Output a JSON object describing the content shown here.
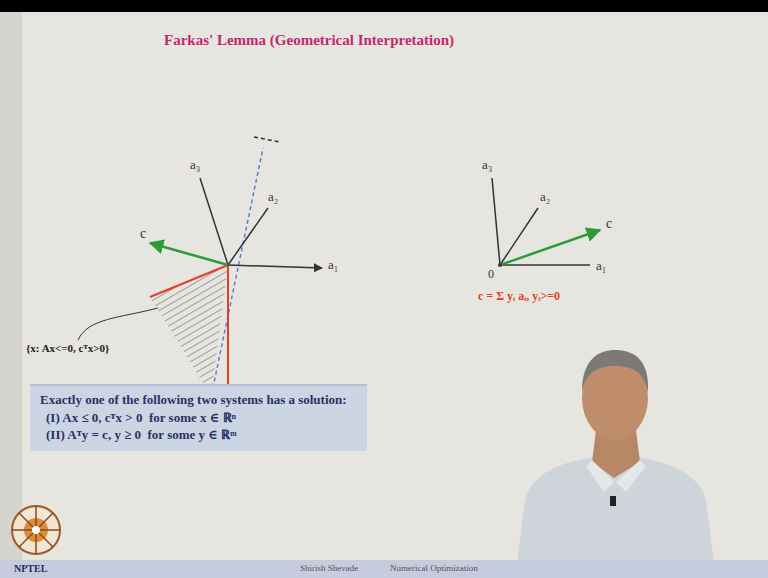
{
  "diagram": {
    "title": "Farkas' Lemma (Geometrical Interpretation)",
    "nodes": [
      {
        "text": [
          "Exactly one of the following two systems has a solution:",
          "(I) Ax ≤ 0, cᵀx > 0  for some x ∈ ℝⁿ",
          "(II) Aᵀy = c, y ≥ 0  for some y ∈ ℝᵐ"
        ]
      }
    ],
    "edges": [],
    "labels": [
      "a₃",
      "a₂",
      "a₁",
      "c",
      "{x: Ax<=0, cᵀx>0}",
      "a₃",
      "a₂",
      "c",
      "a₁",
      "0",
      "c = Σ yᵢ aᵢ, yᵢ>=0",
      "NPTEL",
      "Shirish Shevade",
      "Numerical Optimization"
    ]
  }
}
